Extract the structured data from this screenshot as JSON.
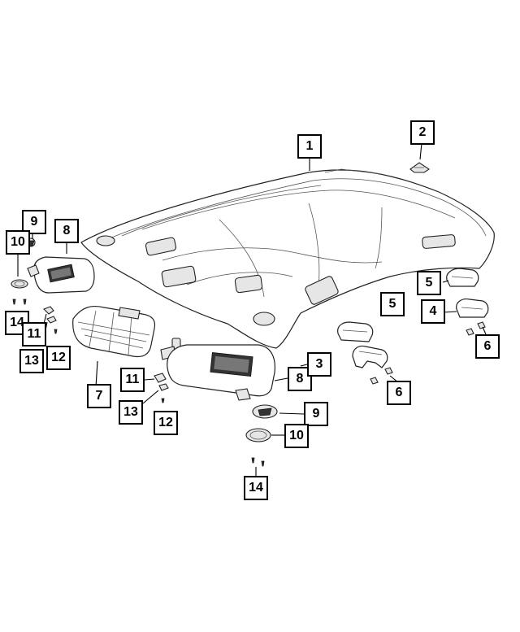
{
  "callouts": {
    "c1": "1",
    "c2": "2",
    "c3": "3",
    "c4": "4",
    "c5a": "5",
    "c5b": "5",
    "c6a": "6",
    "c6b": "6",
    "c7": "7",
    "c8a": "8",
    "c8b": "8",
    "c9a": "9",
    "c9b": "9",
    "c10a": "10",
    "c10b": "10",
    "c11a": "11",
    "c11b": "11",
    "c12a": "12",
    "c12b": "12",
    "c13a": "13",
    "c13b": "13",
    "c14a": "14",
    "c14b": "14"
  }
}
